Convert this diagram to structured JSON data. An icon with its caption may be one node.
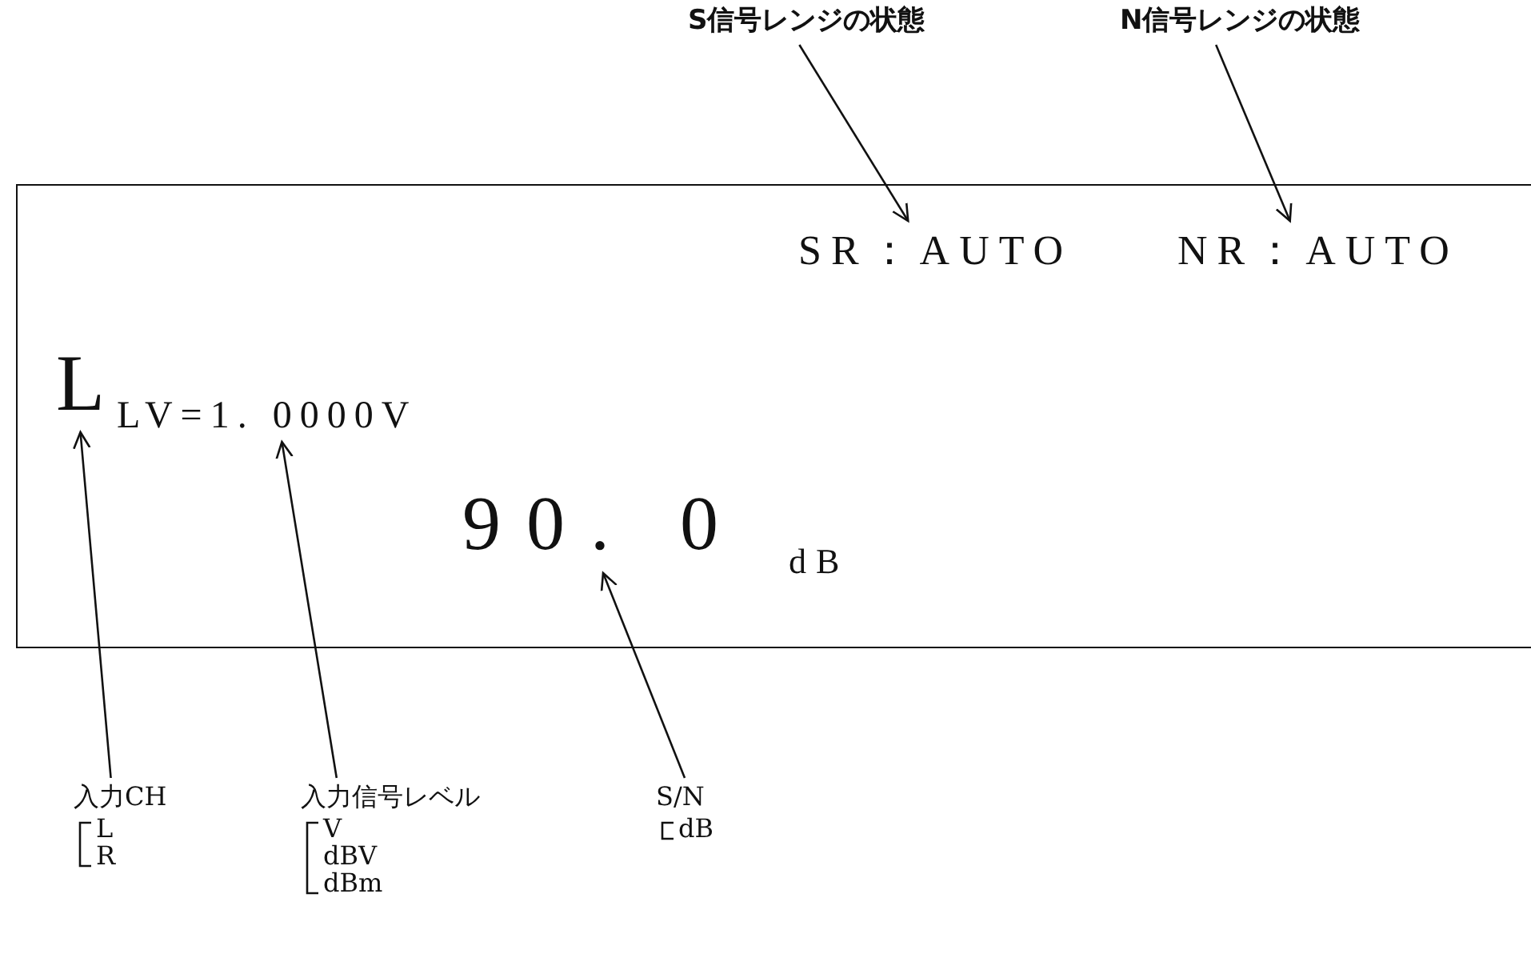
{
  "diagram": {
    "nodes": [
      {
        "text": [
          "S信号レンジの状態"
        ]
      },
      {
        "text": [
          "N信号レンジの状態"
        ]
      },
      {
        "text": [],
        "shape": "box"
      },
      {
        "text": [
          "SR：AUTO"
        ],
        "in": 2
      },
      {
        "text": [
          "NR：AUTO"
        ],
        "in": 2
      },
      {
        "text": [
          "L"
        ],
        "in": 2
      },
      {
        "text": [
          "LV=1. 0000V"
        ],
        "in": 2
      },
      {
        "text": [
          "90. 0"
        ],
        "in": 2
      },
      {
        "text": [
          "dB"
        ],
        "in": 2
      },
      {
        "text": [
          "入力CH",
          "L",
          "R"
        ]
      },
      {
        "text": [
          "入力信号レベル",
          "V",
          "dBV",
          "dBm"
        ]
      },
      {
        "text": [
          "S/N",
          "dB"
        ]
      }
    ],
    "edges": [
      {
        "from": 0,
        "to": 3,
        "arrow": "to"
      },
      {
        "from": 1,
        "to": 4,
        "arrow": "to"
      },
      {
        "from": 9,
        "to": 5,
        "arrow": "to"
      },
      {
        "from": 10,
        "to": 6,
        "arrow": "to"
      },
      {
        "from": 11,
        "to": 7,
        "arrow": "to"
      }
    ]
  }
}
